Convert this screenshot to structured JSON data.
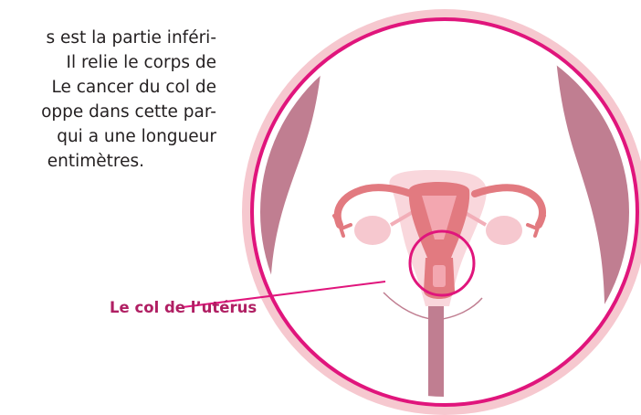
{
  "paragraph": {
    "lines": [
      "s est la partie inféri-",
      "Il relie le corps de",
      "Le cancer du col de",
      "oppe dans cette par-",
      "qui a une longueur",
      "entimètres."
    ]
  },
  "callout": {
    "label": "Le col de l’utérus"
  },
  "colors": {
    "accent": "#e0157c",
    "ring": "#f6c8cf",
    "uterus": "#e27a80",
    "body_side": "#c07e91"
  }
}
